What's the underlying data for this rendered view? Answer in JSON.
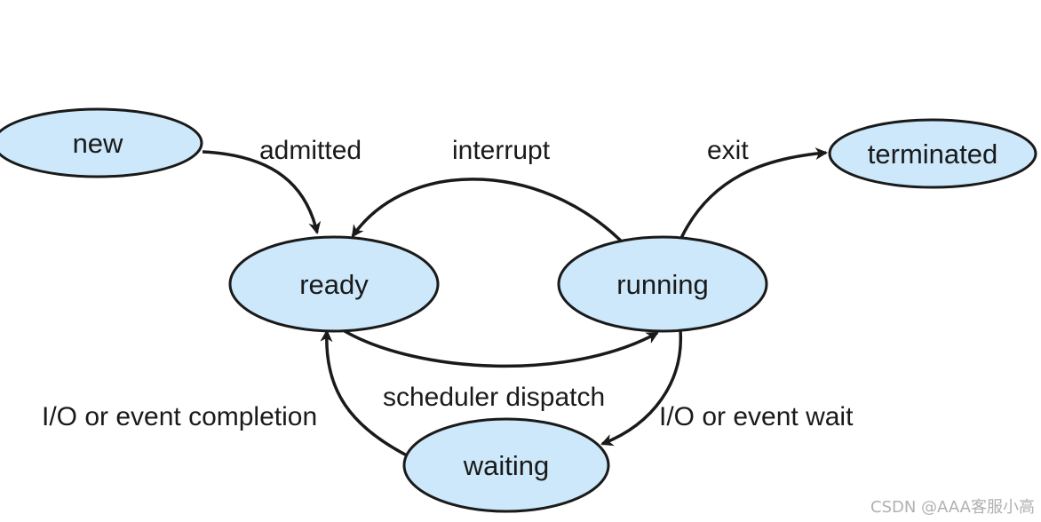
{
  "states": {
    "new": "new",
    "ready": "ready",
    "running": "running",
    "waiting": "waiting",
    "terminated": "terminated"
  },
  "transitions": {
    "admitted": "admitted",
    "interrupt": "interrupt",
    "exit": "exit",
    "scheduler_dispatch": "scheduler dispatch",
    "io_event_completion": "I/O or event completion",
    "io_event_wait": "I/O or event wait"
  },
  "watermark": "CSDN @AAA客服小高",
  "colors": {
    "state_fill": "#cce8fa",
    "stroke": "#1a1a1a",
    "background": "#ffffff"
  }
}
